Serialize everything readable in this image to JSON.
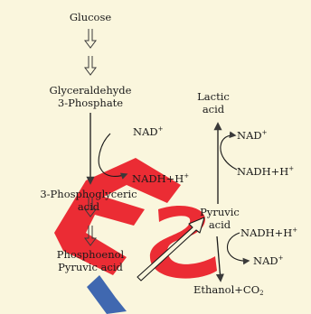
{
  "colors": {
    "background": "#faf6dd",
    "text": "#1a1a1a",
    "arrow": "#3a3a3a",
    "watermark": "#e8101c",
    "watermark_accent": "#1f4fa8"
  },
  "nodes": {
    "glucose": "Glucose",
    "glyceraldehyde_line1": "Glyceraldehyde",
    "glyceraldehyde_line2": "3-Phosphate",
    "phosphoglyceric_line1": "3-Phosphoglyceric",
    "phosphoglyceric_line2": "acid",
    "pep_line1": "Phosphoenol",
    "pep_line2": "Pyruvic acid",
    "pyruvic_line1": "Pyruvic",
    "pyruvic_line2": "acid",
    "lactic_line1": "Lactic",
    "lactic_line2": "acid",
    "ethanol": "Ethanol+CO",
    "ethanol_sub": "2"
  },
  "cofactors": {
    "nad_left": "NAD",
    "nad_left_sup": "+",
    "nadh_left": "NADH+H",
    "nadh_left_sup": "+",
    "nad_lactic": "NAD",
    "nad_lactic_sup": "+",
    "nadh_lactic": "NADH+H",
    "nadh_lactic_sup": "+",
    "nadh_ethanol": "NADH+H",
    "nadh_ethanol_sup": "+",
    "nad_ethanol": "NAD",
    "nad_ethanol_sup": "+"
  },
  "icons": {
    "double_arrow": "double-line-down-arrow",
    "hollow_arrow": "hollow-diagonal-arrow",
    "watermark": "watermark-mark"
  }
}
